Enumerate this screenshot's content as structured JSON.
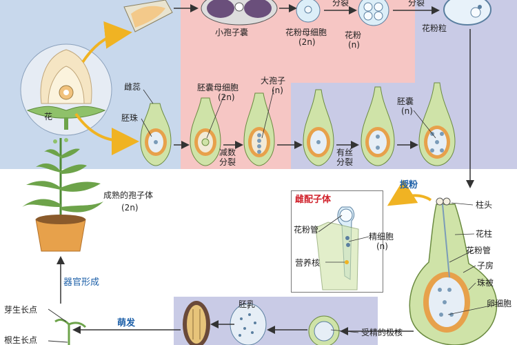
{
  "labels": {
    "xiao_baozi_nang": "小孢子囊",
    "huafen_mu_xibao": "花粉母细胞",
    "huafen_mu_xibao_ploidy": "(2n)",
    "fenlie_top1": "分裂",
    "huafen_small": "花粉",
    "huafen_small_ploidy": "(n)",
    "fenlie_top2": "分裂",
    "huafen_li": "花粉粒",
    "hua": "花",
    "cirui": "雌蕊",
    "peizhu": "胚珠",
    "peinang_mu_xibao": "胚囊母细胞",
    "peinang_mu_xibao_ploidy": "(2n)",
    "da_baozi": "大孢子",
    "da_baozi_ploidy": "(n)",
    "jianshu_fenlie": "减数分裂",
    "yousi_fenlie": "有丝分裂",
    "peinang": "胚囊",
    "peinang_ploidy": "(n)",
    "chengshu_baozi_ti": "成熟的孢子体",
    "chengshu_baozi_ti_ploidy": "(2n)",
    "shoufen": "授粉",
    "cipeizi_ti": "雌配子体",
    "huafen_guan_inset": "花粉管",
    "jing_xibao": "精细胞",
    "jing_xibao_ploidy": "(n)",
    "yingyang_he": "营养核",
    "zhutou": "柱头",
    "huazhu": "花柱",
    "huafen_guan": "花粉管",
    "zifang": "子房",
    "zhubei": "珠被",
    "luan_xibao": "卵细胞",
    "qiguan_xingcheng": "器官形成",
    "peiru": "胚乳",
    "mengfa": "萌发",
    "yasheng_zhangdian": "芽生长点",
    "gensheng_zhangdian": "根生长点",
    "shoujing_jihe": "受精的极核"
  },
  "colors": {
    "blue_zone": "#c8d8ec",
    "pink_zone": "#f6c6c4",
    "lavender_zone": "#c9cbe6",
    "green_tissue": "#cfe3a8",
    "orange_ring": "#e7a14b",
    "arrow_yellow": "#f0b323",
    "label_blue": "#1c5fa8",
    "label_red": "#d0202a"
  }
}
